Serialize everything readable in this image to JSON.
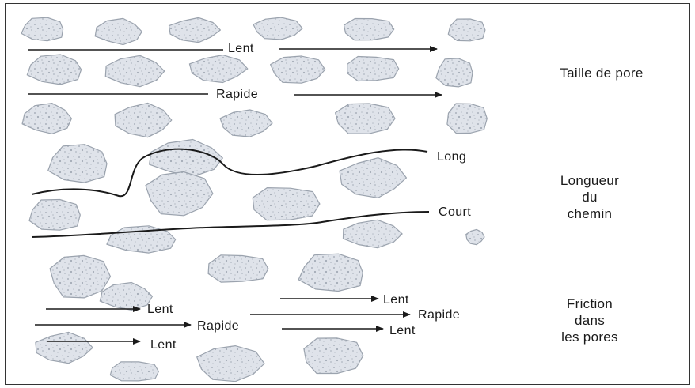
{
  "colors": {
    "grain_fill": "#dfe3ea",
    "grain_stroke": "#9ba3ae",
    "grain_speckle": "#aab1bc",
    "line": "#1a1a1a",
    "frame": "#333333"
  },
  "categories": {
    "pore_size": "Taille de pore",
    "path_length": [
      "Longueur",
      "du",
      "chemin"
    ],
    "friction": [
      "Friction",
      "dans",
      "les pores"
    ]
  },
  "pore_size_arrows": {
    "slow": "Lent",
    "fast": "Rapide"
  },
  "path_labels": {
    "long": "Long",
    "short": "Court"
  },
  "friction_arrows": {
    "slow_top_left": "Lent",
    "fast_middle_left": "Rapide",
    "slow_bottom_left": "Lent",
    "slow_top_right": "Lent",
    "fast_right": "Rapide",
    "slow_bottom_right": "Lent"
  }
}
